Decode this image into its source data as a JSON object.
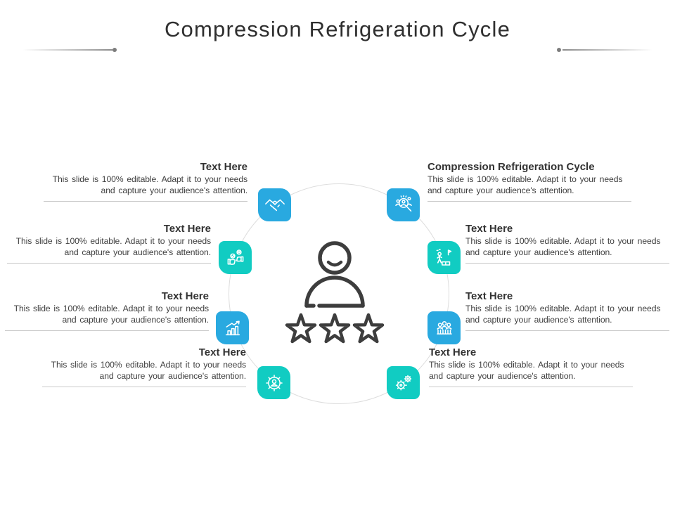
{
  "slide": {
    "title": "Compression Refrigeration Cycle",
    "background": "#ffffff"
  },
  "colors": {
    "blue": "#29A9E0",
    "teal": "#11CCC2",
    "heading_text": "#333333",
    "body_text": "#3f3f3f",
    "divider": "#c9c9c9",
    "circle_stroke": "#dddddd",
    "figure_stroke": "#3d3d3d",
    "title_text": "#2f2f2f"
  },
  "blocks": [
    {
      "position": "top-left",
      "heading": "Text Here",
      "body": "This slide is 100% editable. Adapt it to your needs and capture your audience's attention.",
      "icon": "handshake-icon",
      "color": "#29A9E0"
    },
    {
      "position": "top-right",
      "heading": "Compression Refrigeration Cycle",
      "body": "This slide is 100% editable. Adapt it to your needs and capture your audience's attention.",
      "icon": "people-search-icon",
      "color": "#29A9E0"
    },
    {
      "position": "middle-left-upper",
      "heading": "Text Here",
      "body": "This slide is 100% editable. Adapt it to your needs and capture your audience's attention.",
      "icon": "approve-reject-icon",
      "color": "#11CCC2"
    },
    {
      "position": "middle-right-upper",
      "heading": "Text Here",
      "body": "This slide is 100% editable. Adapt it to your needs and capture your audience's attention.",
      "icon": "career-growth-icon",
      "color": "#11CCC2"
    },
    {
      "position": "middle-left-lower",
      "heading": "Text Here",
      "body": "This slide is 100% editable. Adapt it to your needs and capture your audience's attention.",
      "icon": "growth-chart-icon",
      "color": "#29A9E0"
    },
    {
      "position": "middle-right-lower",
      "heading": "Text Here",
      "body": "This slide is 100% editable. Adapt it to your needs and capture your audience's attention.",
      "icon": "team-icon",
      "color": "#29A9E0"
    },
    {
      "position": "bottom-left",
      "heading": "Text Here",
      "body": "This slide is 100% editable. Adapt it to your needs and capture your audience's attention.",
      "icon": "manager-gear-icon",
      "color": "#11CCC2"
    },
    {
      "position": "bottom-right",
      "heading": "Text Here",
      "body": "This slide is 100% editable. Adapt it to your needs and capture your audience's attention.",
      "icon": "gears-icon",
      "color": "#11CCC2"
    }
  ],
  "center": {
    "figure": "person-rating",
    "stars": 3
  }
}
